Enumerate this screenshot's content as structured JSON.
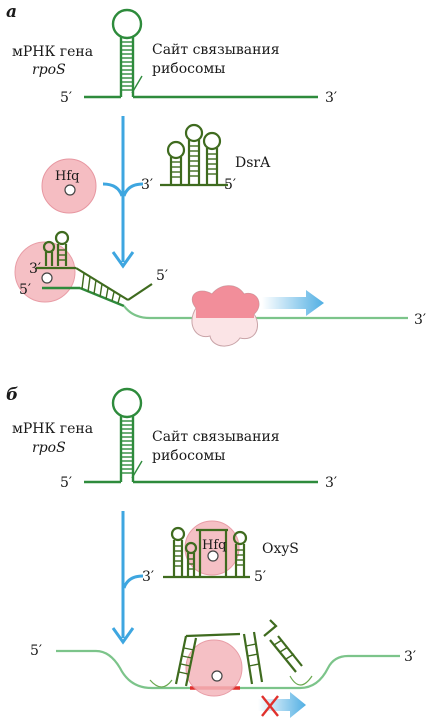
{
  "panel_a": {
    "letter": "а",
    "mrna_label_line1": "мРНК гена",
    "mrna_label_line2": "rpoS",
    "rbs_label_line1": "Сайт связывания",
    "rbs_label_line2": "рибосомы",
    "end5": "5′",
    "end3": "3′",
    "hfq": "Hfq",
    "srna": "DsrA",
    "srna_end3": "3′",
    "srna_end5": "5′",
    "complex_end3": "3′",
    "complex_end5": "5′",
    "complex_srna_end5": "5′",
    "complex_mrna_end3": "3′"
  },
  "panel_b": {
    "letter": "б",
    "mrna_label_line1": "мРНК гена",
    "mrna_label_line2": "rpoS",
    "rbs_label_line1": "Сайт связывания",
    "rbs_label_line2": "рибосомы",
    "end5": "5′",
    "end3": "3′",
    "hfq": "Hfq",
    "srna": "OxyS",
    "srna_end3": "3′",
    "srna_end5": "5′",
    "complex_end5": "5′",
    "complex_end3": "3′"
  },
  "colors": {
    "mrna": "#2e8b3c",
    "srna": "#3f6b1f",
    "hfq": "#f4b6bc",
    "ribosome": "#f07f8c",
    "arrow": "#3ea6e0",
    "block_cross": "#e0312d"
  }
}
